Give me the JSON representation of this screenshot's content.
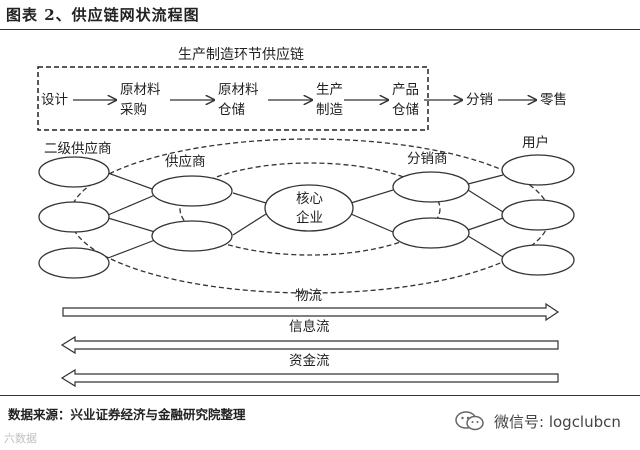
{
  "header": {
    "title": "图表 2、供应链网状流程图"
  },
  "production_box": {
    "title": "生产制造环节供应链",
    "steps": [
      [
        "设计"
      ],
      [
        "原材料",
        "采购"
      ],
      [
        "原材料",
        "仓储"
      ],
      [
        "生产",
        "制造"
      ],
      [
        "产品",
        "仓储"
      ]
    ]
  },
  "downstream_steps": [
    "分销",
    "零售"
  ],
  "network": {
    "tier2_label": "二级供应商",
    "supplier_label": "供应商",
    "core_label": [
      "核心",
      "企业"
    ],
    "distributor_label": "分销商",
    "user_label": "用户"
  },
  "flows": {
    "logistics": "物流",
    "information": "信息流",
    "capital": "资金流"
  },
  "footer": {
    "source": "数据来源：兴业证券经济与金融研究院整理",
    "watermark": "微信号: logclubcn",
    "small_mark": "六数据"
  },
  "colors": {
    "line": "#333333",
    "background": "#ffffff"
  }
}
